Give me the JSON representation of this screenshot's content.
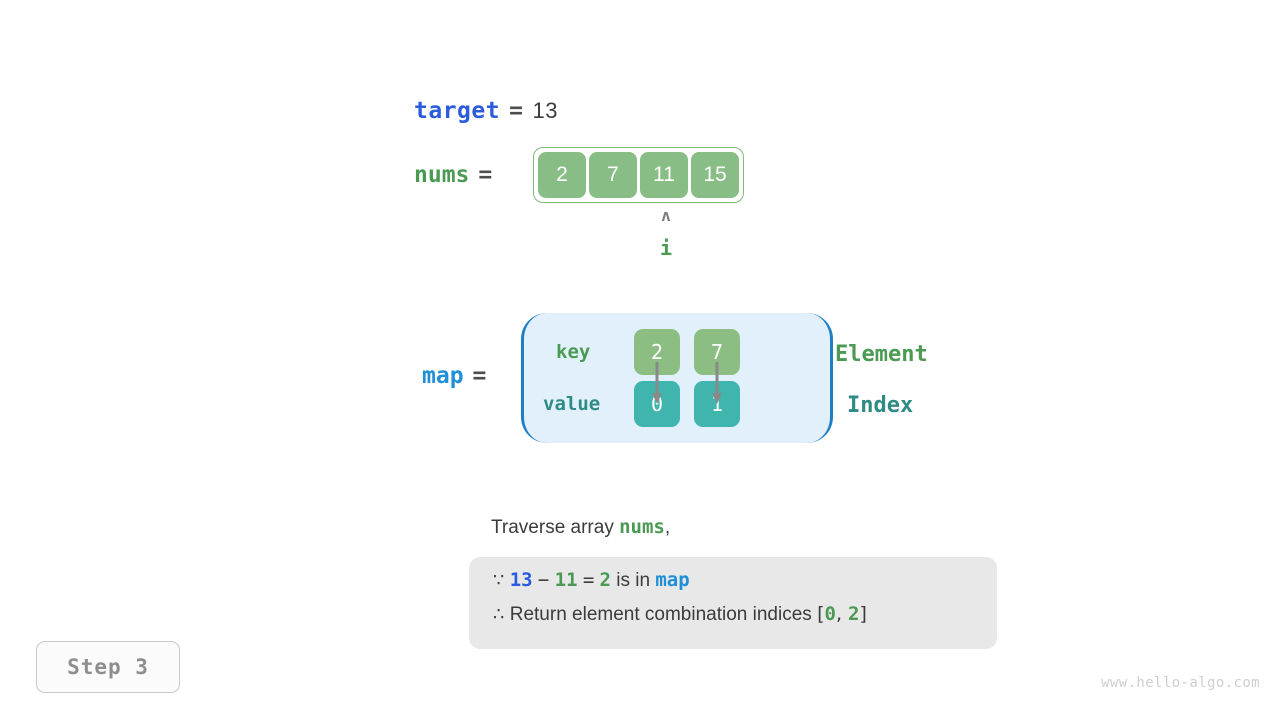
{
  "variables": {
    "target": {
      "name": "target",
      "equals": "=",
      "value": "13"
    },
    "nums": {
      "name": "nums",
      "equals": "=",
      "values": [
        "2",
        "7",
        "11",
        "15"
      ]
    },
    "map": {
      "name": "map",
      "equals": "="
    }
  },
  "pointer": {
    "caret": "ʌ",
    "label": "i"
  },
  "map_table": {
    "key_label": "key",
    "value_label": "value",
    "keys": [
      "2",
      "7"
    ],
    "values": [
      "0",
      "1"
    ],
    "side_labels": {
      "element": "Element",
      "index": "Index"
    }
  },
  "caption": {
    "prefix": "Traverse array ",
    "var": "nums",
    "suffix": ","
  },
  "note": {
    "line1": {
      "symbol": "∵",
      "a": "13",
      "minus": "−",
      "b": "11",
      "eq": "=",
      "c": "2",
      "text": " is in ",
      "map": "map"
    },
    "line2": {
      "symbol": "∴",
      "text": " Return element combination indices ",
      "open": "[",
      "i0": "0",
      "comma": ", ",
      "i1": "2",
      "close": "]"
    }
  },
  "step_badge": {
    "label": "Step 3"
  },
  "watermark": {
    "text": "www.hello-algo.com"
  },
  "colors": {
    "blue_deep": "#2a5cdd",
    "blue_light": "#1f8fd8",
    "green": "#4a9a53",
    "teal": "#2f8b86",
    "cell_green": "#88bd85",
    "cell_teal": "#3fb5ae",
    "map_bg": "#e1f0fb",
    "note_bg": "#e8e8e8"
  }
}
